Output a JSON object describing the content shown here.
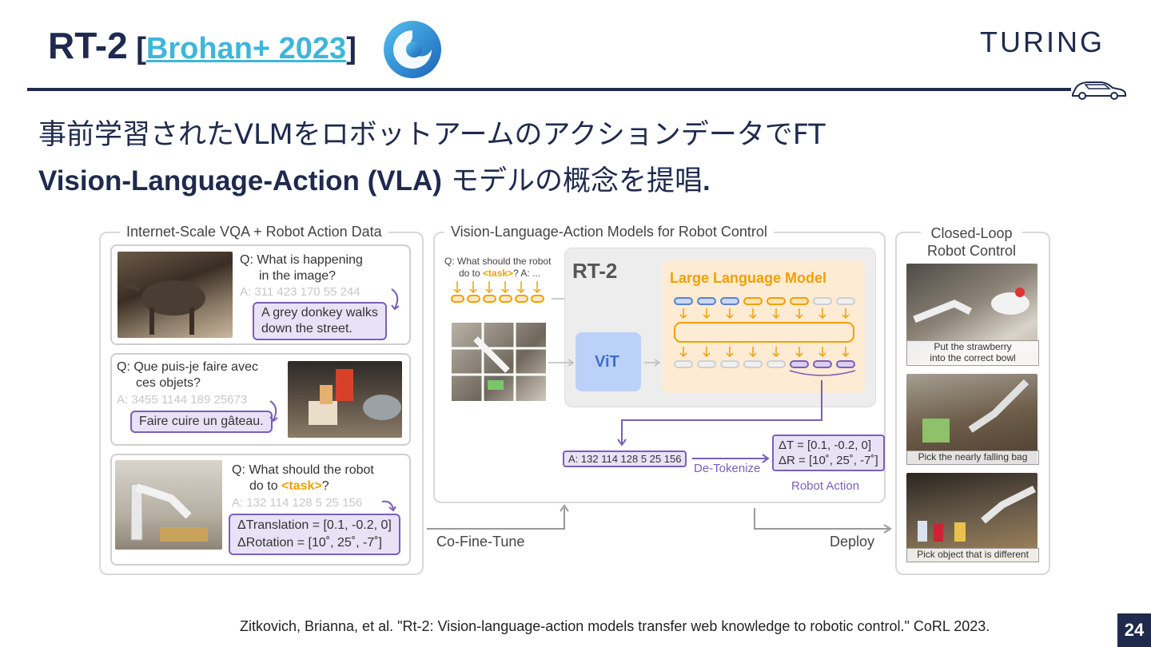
{
  "header": {
    "title": "RT-2",
    "ref_open": " [",
    "ref_link": "Brohan+ 2023",
    "ref_close": "]",
    "brand": "TURING"
  },
  "body": {
    "line1": "事前学習されたVLMをロボットアームのアクションデータでFT",
    "line2_bold": "Vision-Language-Action (VLA)",
    "line2_rest": " モデルの概念を提唱",
    "line2_end": "."
  },
  "figure": {
    "left_panel": {
      "title": "Internet-Scale VQA + Robot Action Data",
      "card1": {
        "q1": "Q: What is happening",
        "q2": "in the image?",
        "a": "A: 311 423 170 55 244",
        "bubble1": "A grey donkey walks",
        "bubble2": "down the street."
      },
      "card2": {
        "q1": "Q: Que puis-je faire avec",
        "q2": "ces objets?",
        "a": "A: 3455 1144 189 25673",
        "bubble": "Faire cuire un gâteau."
      },
      "card3": {
        "q1": "Q: What should the robot",
        "q2_pre": "do to ",
        "task": "<task>",
        "q2_post": "?",
        "a": "A: 132 114 128 5 25 156",
        "bubble1": "ΔTranslation = [0.1, -0.2, 0]",
        "bubble2": "ΔRotation = [10˚, 25˚, -7˚]"
      }
    },
    "mid_panel": {
      "title": "Vision-Language-Action Models for Robot Control",
      "prompt1": "Q: What should the robot",
      "prompt2_pre": "do to ",
      "task": "<task>",
      "prompt2_post": "? A: ...",
      "rt2": "RT-2",
      "llm": "Large Language Model",
      "vit": "ViT",
      "tokens": "A: 132 114 128 5 25 156",
      "detok": "De-Tokenize",
      "action1": "ΔT = [0.1, -0.2, 0]",
      "action2": "ΔR = [10˚, 25˚, -7˚]",
      "robot_action": "Robot Action"
    },
    "right_panel": {
      "title1": "Closed-Loop",
      "title2": "Robot Control",
      "cap1a": "Put the strawberry",
      "cap1b": "into the correct bowl",
      "cap2": "Pick the nearly falling bag",
      "cap3": "Pick object that is different"
    },
    "cofinetune": "Co-Fine-Tune",
    "deploy": "Deploy"
  },
  "footer": {
    "citation": "Zitkovich, Brianna, et al. \"Rt-2: Vision-language-action models transfer web knowledge to robotic control.\" CoRL 2023.",
    "page": "24"
  },
  "colors": {
    "navy": "#1f2a4d",
    "link": "#3fb6d9",
    "purple": "#7a5fb8",
    "orange": "#f0a100"
  }
}
